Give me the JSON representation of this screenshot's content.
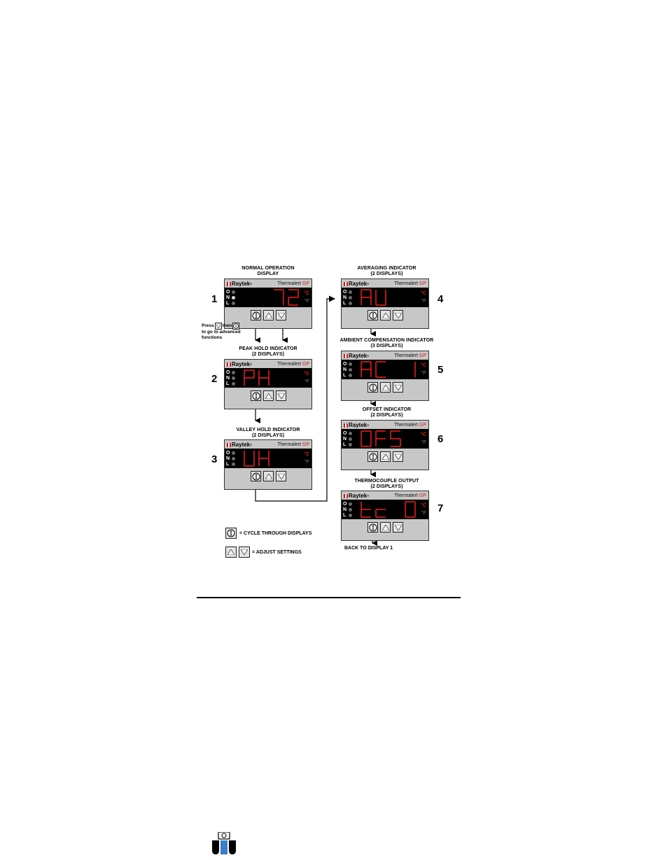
{
  "brand": "Raytek",
  "model_prefix": "Thermalert",
  "model_suffix": "GP",
  "led_letters": [
    "O",
    "N",
    "L"
  ],
  "unit_c": "°C",
  "unit_f": "°F",
  "steps": [
    {
      "number": "1",
      "title_1": "NORMAL OPERATION",
      "title_2": "DISPLAY",
      "readout": "72"
    },
    {
      "number": "2",
      "title_1": "PEAK HOLD INDICATOR",
      "title_2": "(2 DISPLAYS)",
      "readout": "PH"
    },
    {
      "number": "3",
      "title_1": "VALLEY HOLD INDICATOR",
      "title_2": "(2 DISPLAYS)",
      "readout": "UH"
    },
    {
      "number": "4",
      "title_1": "AVERAGING INDICATOR",
      "title_2": "(2 DISPLAYS)",
      "readout": "AU"
    },
    {
      "number": "5",
      "title_1": "AMBIENT COMPENSATION INDICATOR",
      "title_2": "(3 DISPLAYS)",
      "readout": "AC 1"
    },
    {
      "number": "6",
      "title_1": "OFFSET INDICATOR",
      "title_2": "(2 DISPLAYS)",
      "readout": "OFS"
    },
    {
      "number": "7",
      "title_1": "THERMOCOUPLE OUTPUT",
      "title_2": "(2 DISPLAYS)",
      "readout": "tc 0"
    }
  ],
  "press_note": {
    "press": "Press",
    "then": "then",
    "line_2": "to go to advanced",
    "line_3": "functions"
  },
  "legend": {
    "cycle": "= CYCLE THROUGH DISPLAYS",
    "adjust": "= ADJUST SETTINGS"
  },
  "back_label": "BACK TO DISPLAY 1",
  "colors": {
    "segment_red": "#e21d1d",
    "panel_gray": "#c7c7c7",
    "screen_black": "#000000"
  },
  "icons": [
    "info-button-icon",
    "up-arrow-icon",
    "down-arrow-icon",
    "footer-logo-icon"
  ]
}
